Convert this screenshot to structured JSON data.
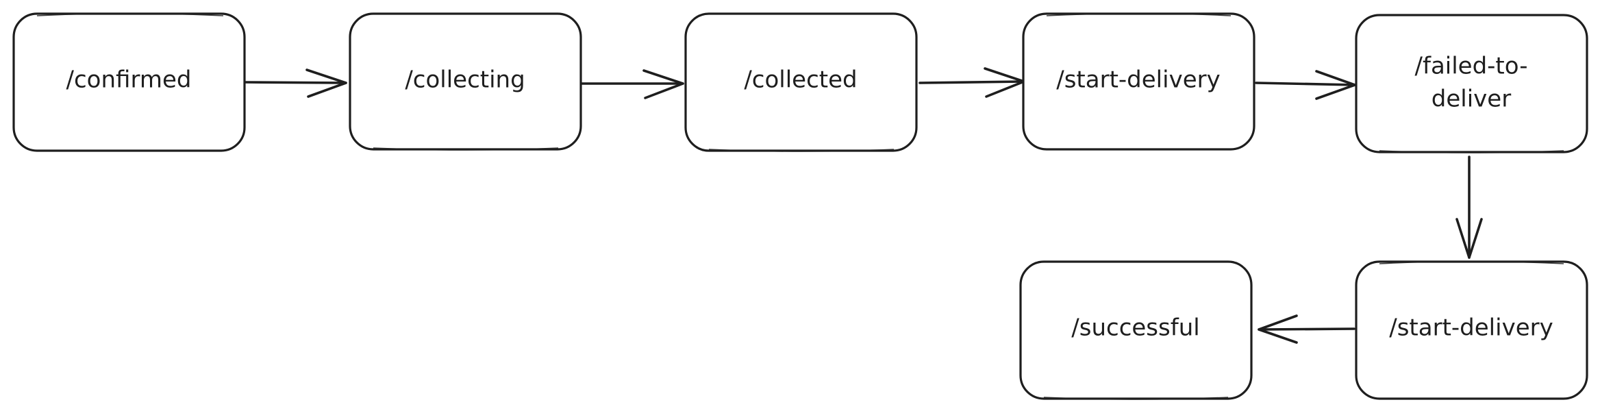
{
  "diagram": {
    "nodes": [
      {
        "id": "confirmed",
        "label": "/confirmed"
      },
      {
        "id": "collecting",
        "label": "/collecting"
      },
      {
        "id": "collected",
        "label": "/collected"
      },
      {
        "id": "start-delivery-1",
        "label": "/start-delivery"
      },
      {
        "id": "failed-to-deliver",
        "label": "/failed-to-deliver",
        "label_lines": [
          "/failed-to-",
          "deliver"
        ]
      },
      {
        "id": "start-delivery-2",
        "label": "/start-delivery"
      },
      {
        "id": "successful",
        "label": "/successful"
      }
    ],
    "edges": [
      {
        "from": "confirmed",
        "to": "collecting"
      },
      {
        "from": "collecting",
        "to": "collected"
      },
      {
        "from": "collected",
        "to": "start-delivery-1"
      },
      {
        "from": "start-delivery-1",
        "to": "failed-to-deliver"
      },
      {
        "from": "failed-to-deliver",
        "to": "start-delivery-2"
      },
      {
        "from": "start-delivery-2",
        "to": "successful"
      }
    ],
    "colors": {
      "stroke": "#1e1e1e",
      "background": "#ffffff"
    }
  }
}
